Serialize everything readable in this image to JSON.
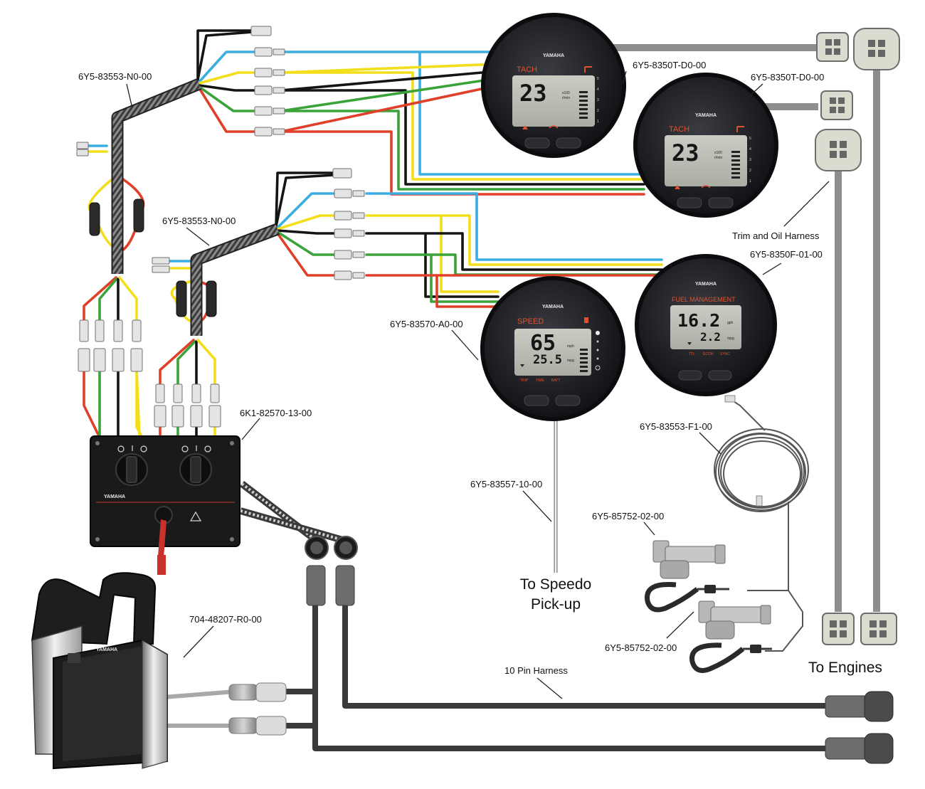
{
  "labels": {
    "harness_1": "6Y5-83553-N0-00",
    "harness_2": "6Y5-83553-N0-00",
    "tach_1": "6Y5-8350T-D0-00",
    "tach_2": "6Y5-8350T-D0-00",
    "trim_oil": "Trim and Oil Harness",
    "fuel_mgmt": "6Y5-8350F-01-00",
    "speedo": "6Y5-83570-A0-00",
    "switch_panel": "6K1-82570-13-00",
    "fuel_cable": "6Y5-83553-F1-00",
    "pickup_tube": "6Y5-83557-10-00",
    "sensor_1": "6Y5-85752-02-00",
    "sensor_2": "6Y5-85752-02-00",
    "control": "704-48207-R0-00",
    "ten_pin": "10 Pin Harness",
    "to_speedo_1": "To Speedo",
    "to_speedo_2": "Pick-up",
    "to_engines": "To Engines"
  },
  "gauges": {
    "tach1": {
      "brand": "YAMAHA",
      "title": "TACH",
      "reading": "23",
      "unit1": "x100",
      "unit2": "r/min",
      "scale": [
        "5",
        "4",
        "3",
        "2",
        "1"
      ]
    },
    "tach2": {
      "brand": "YAMAHA",
      "title": "TACH",
      "reading": "23",
      "unit1": "x100",
      "unit2": "r/min",
      "scale": [
        "5",
        "4",
        "3",
        "2",
        "1"
      ]
    },
    "speed": {
      "brand": "YAMAHA",
      "title": "SPEED",
      "reading": "65",
      "unit": "mph",
      "sub_reading": "25.5",
      "sub_unit": "mpg",
      "buttons": [
        "TRIP",
        "TIME",
        "BATT"
      ]
    },
    "fuel": {
      "brand": "YAMAHA",
      "title": "FUEL MANAGEMENT",
      "reading": "16.2",
      "unit": "gph",
      "sub_reading": "2.2",
      "sub_unit": "mpg",
      "buttons": [
        "TTL",
        "ECON",
        "SYNC"
      ]
    }
  },
  "switch_panel": {
    "brand": "YAMAHA"
  },
  "control_brand": "YAMAHA",
  "colors": {
    "red": "#e0402a",
    "yellow": "#f2de1a",
    "green": "#3aa33a",
    "blue": "#3aaee0",
    "black": "#141414",
    "gauge_bezel": "#222428",
    "lcd": "#b9bdb3",
    "accent": "#e0512f"
  }
}
